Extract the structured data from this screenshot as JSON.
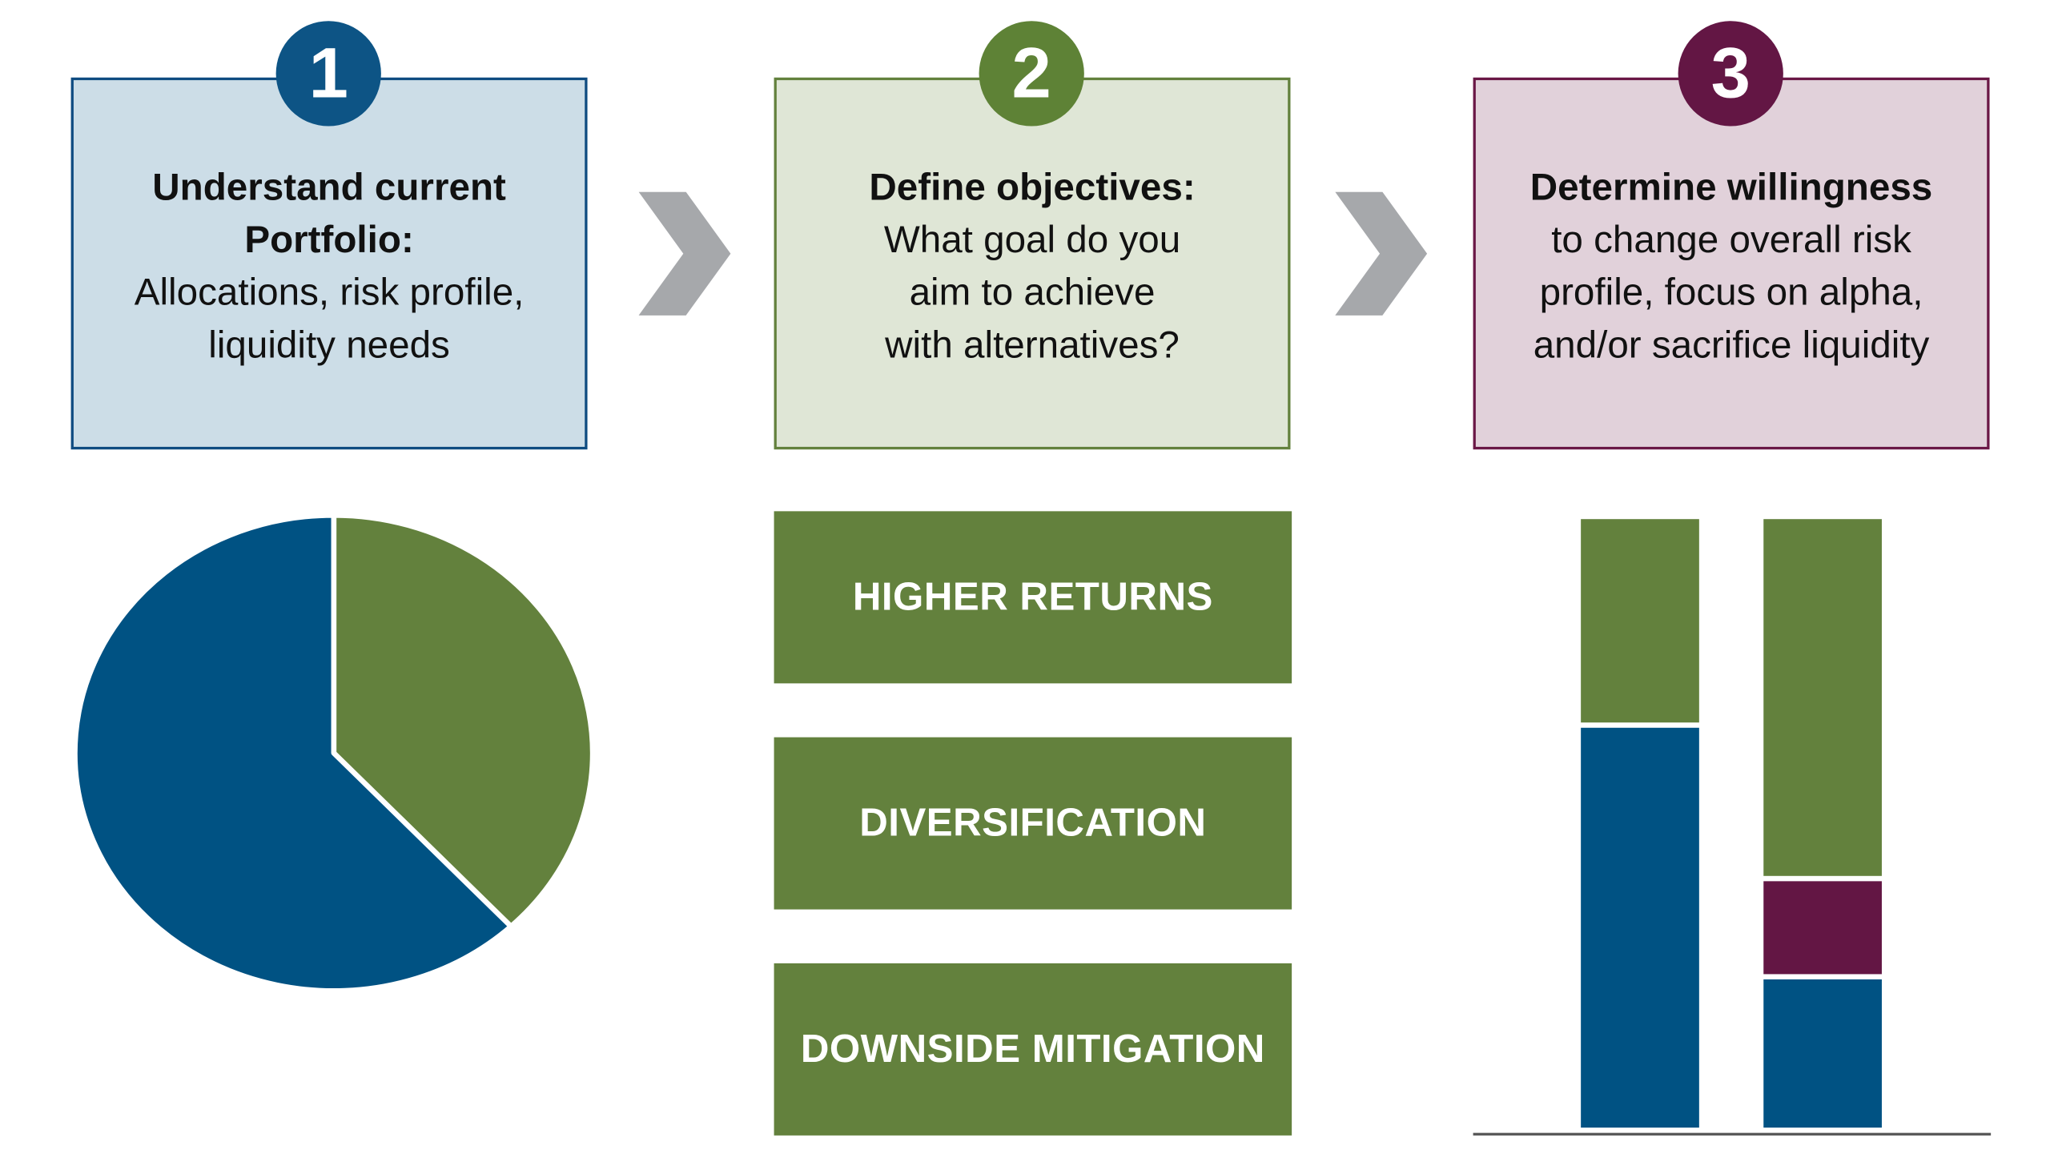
{
  "steps": [
    {
      "number": "1",
      "title_lines": [
        "Understand current",
        "Portfolio:"
      ],
      "body_lines": [
        "Allocations, risk profile,",
        "liquidity needs"
      ],
      "color": "#0d5485",
      "fill": "#ccdde7"
    },
    {
      "number": "2",
      "title_lines": [
        "Define objectives:"
      ],
      "body_lines": [
        "What goal do you",
        "aim to achieve",
        "with alternatives?"
      ],
      "color": "#5e8236",
      "fill": "#dfe6d6"
    },
    {
      "number": "3",
      "title_lines": [
        "Determine willingness"
      ],
      "body_lines": [
        "to change overall risk",
        "profile, focus on alpha,",
        "and/or sacrifice liquidity"
      ],
      "color": "#631644",
      "fill": "#e1d1da"
    }
  ],
  "objectives": [
    "HIGHER RETURNS",
    "DIVERSIFICATION",
    "DOWNSIDE MITIGATION"
  ],
  "colors": {
    "blue": "#005283",
    "green": "#63813d",
    "purple": "#631644",
    "chevron": "#a6a8ab",
    "baseline": "#555555"
  },
  "chart_data": [
    {
      "type": "pie",
      "slices": [
        {
          "value": 38,
          "color": "#63813d"
        },
        {
          "value": 62,
          "color": "#005283"
        }
      ]
    },
    {
      "type": "bar",
      "stacked": true,
      "categories": [
        "",
        ""
      ],
      "series": [
        {
          "values": [
            0.66,
            0.25
          ],
          "color": "#005283"
        },
        {
          "values": [
            0,
            0.16
          ],
          "color": "#631644"
        },
        {
          "values": [
            0.34,
            0.59
          ],
          "color": "#63813d"
        }
      ]
    }
  ]
}
